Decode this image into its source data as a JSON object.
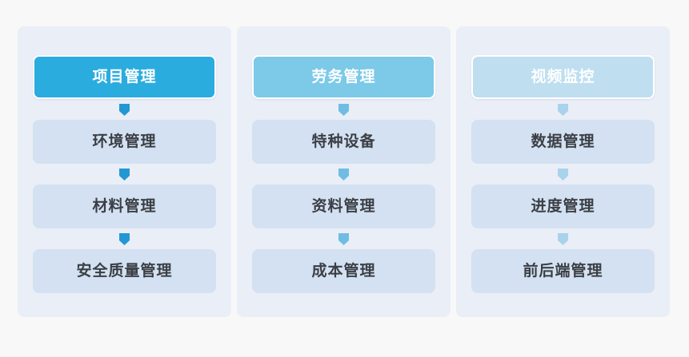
{
  "page": {
    "background_color": "#f8f8f9",
    "panel_color": "#eaeef7",
    "sub_node_color": "#d3e1f2",
    "sub_node_text_color": "#3b3f45"
  },
  "columns": [
    {
      "id": "project-management",
      "header": {
        "label": "项目管理",
        "color": "#2bacdf",
        "text_color": "#ffffff"
      },
      "arrow_color": "#2397d4",
      "nodes": [
        {
          "label": "环境管理"
        },
        {
          "label": "材料管理"
        },
        {
          "label": "安全质量管理"
        }
      ]
    },
    {
      "id": "labor-management",
      "header": {
        "label": "劳务管理",
        "color": "#7cc9e8",
        "text_color": "#ffffff"
      },
      "arrow_color": "#6fbde4",
      "nodes": [
        {
          "label": "特种设备"
        },
        {
          "label": "资料管理"
        },
        {
          "label": "成本管理"
        }
      ]
    },
    {
      "id": "video-surveillance",
      "header": {
        "label": "视频监控",
        "color": "#bfdff0",
        "text_color": "#ffffff"
      },
      "arrow_color": "#a9d3ec",
      "nodes": [
        {
          "label": "数据管理"
        },
        {
          "label": "进度管理"
        },
        {
          "label": "前后端管理"
        }
      ]
    }
  ],
  "icons": {
    "arrow_down": "arrow-down-icon"
  }
}
